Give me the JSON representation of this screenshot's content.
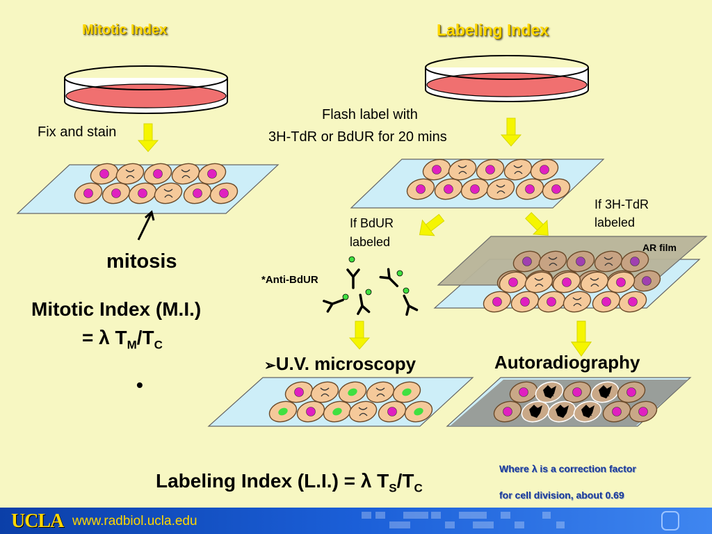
{
  "left": {
    "heading": "Mitotic Index",
    "fix_label": "Fix and stain",
    "mitosis_label": "mitosis",
    "formula_line1": "Mitotic Index (M.I.)",
    "formula_eq": "= ",
    "formula_lambda": "λ",
    "formula_t": " T",
    "formula_sub_m": "M",
    "formula_slash": "/T",
    "formula_sub_c": "C",
    "bullet": "•"
  },
  "right": {
    "heading": "Labeling Index",
    "flash_line1": "Flash label with",
    "flash_line2": "3H-TdR or BdUR for 20 mins",
    "bdur_line1": "If BdUR",
    "bdur_line2": "labeled",
    "tdr_line1": "If 3H-TdR",
    "tdr_line2": "labeled",
    "ar_film": "AR film",
    "anti_bdur": "*Anti-BdUR",
    "uv_marker": "➢",
    "uv_label": "U.V. microscopy",
    "autorad_label": "Autoradiography"
  },
  "bottom": {
    "li_text": "Labeling Index (L.I.) = ",
    "li_lambda": "λ",
    "li_t": " T",
    "li_sub_s": "S",
    "li_slash": "/T",
    "li_sub_c": "C",
    "note_prefix": "Where ",
    "note_lambda": "λ",
    "note_suffix": " is a correction factor",
    "note_line2": "for cell division, about 0.69"
  },
  "footer": {
    "logo": "UCLA",
    "url": "www.radbiol.ucla.edu"
  },
  "colors": {
    "background": "#f7f7c2",
    "slide": "#cdeef8",
    "cell": "#f5c99a",
    "nucleus": "#e020c0",
    "dish_fill": "#f07070",
    "arrow": "#f5f500",
    "film": "#b8b49a",
    "uv_green": "#40e040",
    "footer_blue": "#1b5fd8",
    "logo_gold": "#ffd700"
  }
}
